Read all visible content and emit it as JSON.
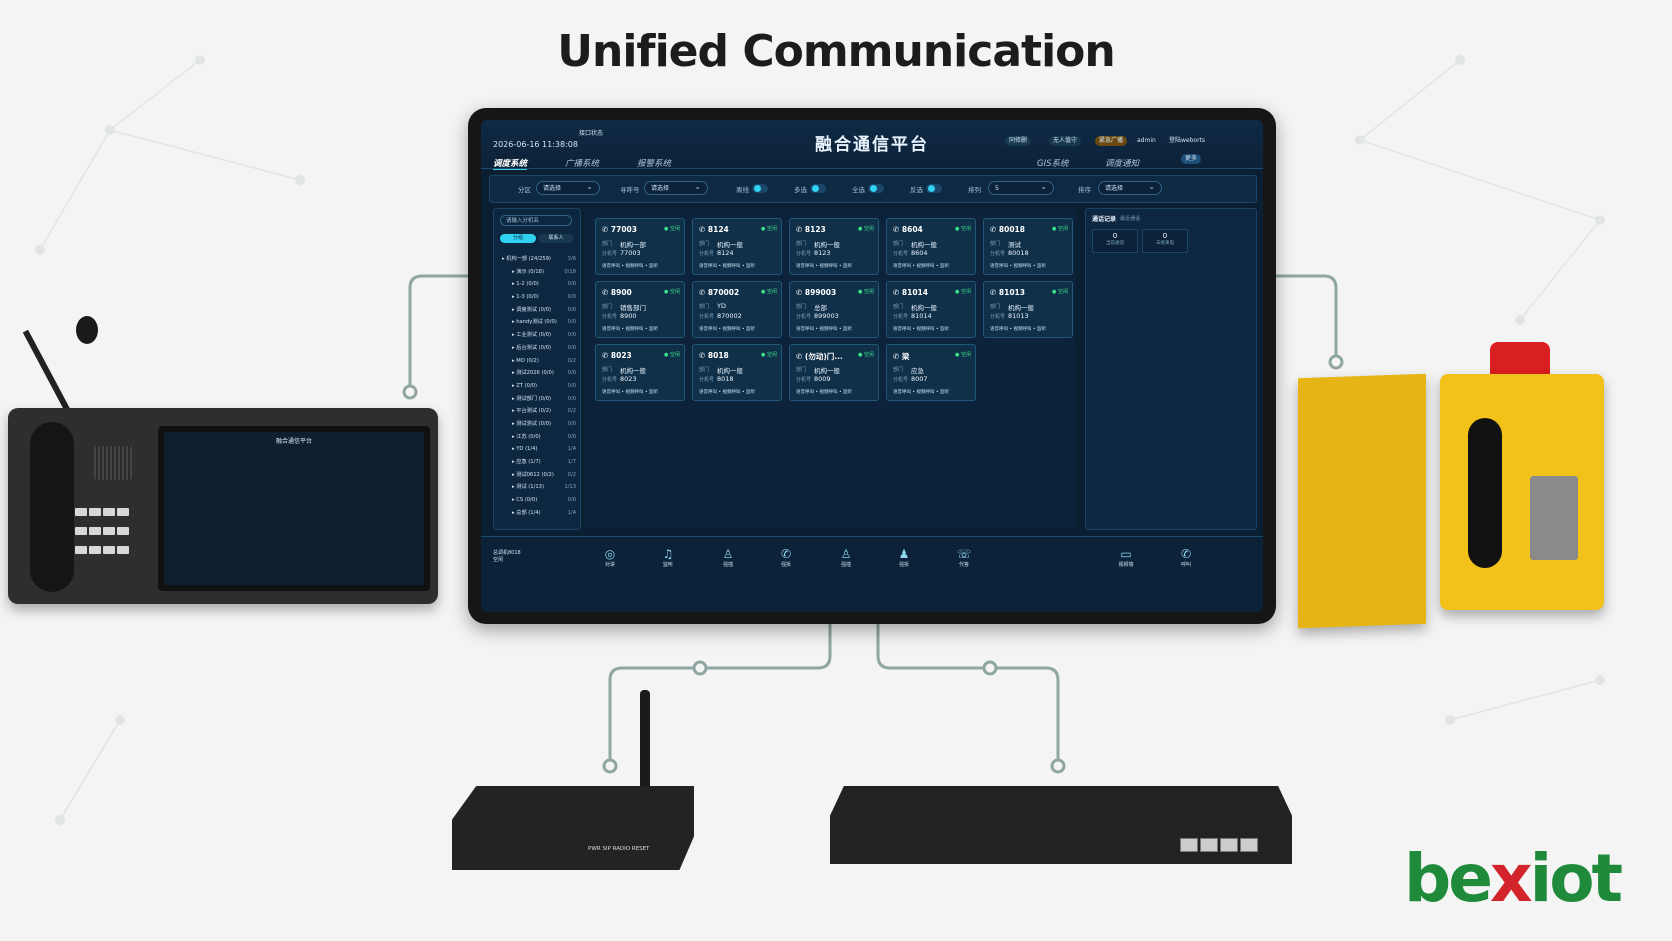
{
  "page_title": "Unified Communication",
  "platform": {
    "title": "融合通信平台",
    "datetime": "2026-06-16 11:38:08",
    "status_text": "接口状态",
    "nav_tabs": [
      "调度系统",
      "广播系统",
      "报警系统",
      "GIS系统",
      "调度通知"
    ],
    "badges": [
      "同修删",
      "无人值守",
      "紧急广播",
      "admin",
      "登陆weborts"
    ],
    "action_btn": "更多",
    "filters": {
      "zone_label": "分区",
      "zone_value": "请选择",
      "dial_label": "寻呼号",
      "dial_value": "请选择",
      "t1": "离线",
      "t2": "多选",
      "t3": "全选",
      "t4": "反选",
      "cols_label": "排列",
      "cols_value": "5",
      "sort_label": "排序",
      "sort_value": "请选择"
    },
    "left_panel": {
      "search_placeholder": "请输入分机名",
      "tab_active": "分组",
      "tab_inactive": "联系人",
      "tree": [
        {
          "label": "机构一部 (24/259)",
          "count": "3/6"
        },
        {
          "label": "演示 (0/18)",
          "count": "0/18"
        },
        {
          "label": "1-2 (0/0)",
          "count": "0/0"
        },
        {
          "label": "1-3 (0/0)",
          "count": "0/0"
        },
        {
          "label": "调度测试 (0/0)",
          "count": "0/0"
        },
        {
          "label": "handy测试 (0/0)",
          "count": "0/0"
        },
        {
          "label": "工业测试 (0/0)",
          "count": "0/0"
        },
        {
          "label": "后台测试 (0/0)",
          "count": "0/0"
        },
        {
          "label": "MO (0/2)",
          "count": "0/2"
        },
        {
          "label": "测试2026 (0/0)",
          "count": "0/0"
        },
        {
          "label": "ZT (0/0)",
          "count": "0/0"
        },
        {
          "label": "测试部门 (0/0)",
          "count": "0/0"
        },
        {
          "label": "平台测试 (0/2)",
          "count": "0/2"
        },
        {
          "label": "测试测试 (0/0)",
          "count": "0/0"
        },
        {
          "label": "江苏 (0/0)",
          "count": "0/0"
        },
        {
          "label": "YD (1/4)",
          "count": "1/4"
        },
        {
          "label": "应急 (1/7)",
          "count": "1/7"
        },
        {
          "label": "测试0612 (0/2)",
          "count": "0/2"
        },
        {
          "label": "测试 (1/13)",
          "count": "1/13"
        },
        {
          "label": "CS (0/0)",
          "count": "0/0"
        },
        {
          "label": "总部 (1/4)",
          "count": "1/4"
        }
      ]
    },
    "card_labels": {
      "dept": "部门",
      "ext": "分机号",
      "status": "● 空闲",
      "actions": "语音呼叫 • 视频呼叫 • 监听"
    },
    "cards": [
      {
        "number": "77003",
        "dept": "机构一部",
        "ext": "77003"
      },
      {
        "number": "8124",
        "dept": "机构一般",
        "ext": "8124"
      },
      {
        "number": "8123",
        "dept": "机构一般",
        "ext": "8123"
      },
      {
        "number": "8604",
        "dept": "机构一般",
        "ext": "8604"
      },
      {
        "number": "80018",
        "dept": "测试",
        "ext": "80018"
      },
      {
        "number": "8900",
        "dept": "销售部门",
        "ext": "8900"
      },
      {
        "number": "870002",
        "dept": "YD",
        "ext": "870002"
      },
      {
        "number": "899003",
        "dept": "总部",
        "ext": "899003"
      },
      {
        "number": "81014",
        "dept": "机构一般",
        "ext": "81014"
      },
      {
        "number": "81013",
        "dept": "机构一般",
        "ext": "81013"
      },
      {
        "number": "8023",
        "dept": "机构一般",
        "ext": "8023"
      },
      {
        "number": "8018",
        "dept": "机构一般",
        "ext": "8018"
      },
      {
        "number": "(勿动)门...",
        "dept": "机构一般",
        "ext": "8009"
      },
      {
        "number": "梁",
        "dept": "应急",
        "ext": "8007"
      }
    ],
    "right_panel": {
      "title": "通话记录",
      "subtitle": "最近通话",
      "boxes": [
        {
          "n": "0",
          "l": "当前通话"
        },
        {
          "n": "0",
          "l": "未接来电"
        }
      ]
    },
    "user_line": "总调机8018",
    "user_sub": "空闲",
    "bottom_buttons": [
      {
        "label": "对讲",
        "icon": "intercom-icon"
      },
      {
        "label": "监听",
        "icon": "headset-icon"
      },
      {
        "label": "强插",
        "icon": "person-icon"
      },
      {
        "label": "强拆",
        "icon": "phone-cut-icon"
      },
      {
        "label": "强插",
        "icon": "person-icon"
      },
      {
        "label": "强拆",
        "icon": "person-alert-icon"
      },
      {
        "label": "代答",
        "icon": "phone-forward-icon"
      },
      {
        "label": "视频墙",
        "icon": "monitor-icon"
      },
      {
        "label": "呼叫",
        "icon": "phone-icon"
      }
    ]
  },
  "devices": {
    "console_screen_title": "融合通信平台",
    "router_leds": "PWR  SIP  RADIO    RESET"
  },
  "logo": {
    "text_before": "be",
    "text_x": "x",
    "text_after": "iot",
    "brand_green": "#1f8a3a",
    "brand_red": "#d3232b"
  }
}
